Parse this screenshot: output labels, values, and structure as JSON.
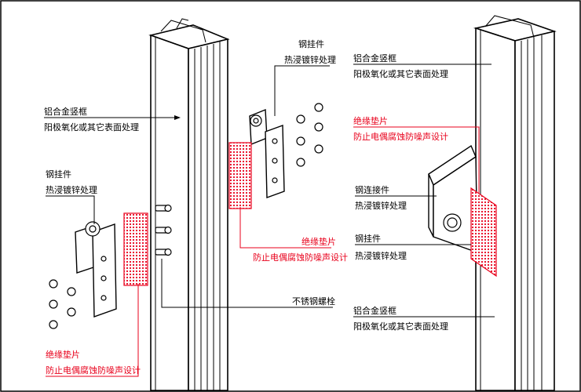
{
  "labels": {
    "steel_hanger": "钢挂件",
    "hot_dip": "热浸镀锌处理",
    "al_frame": "铝合金竖框",
    "anodize": "阳极氧化或其它表面处理",
    "insulation_pad": "绝缘垫片",
    "anti_corrosion": "防止电偶腐蚀防噪声设计",
    "stainless_bolt": "不锈钢螺栓",
    "steel_connector": "钢连接件"
  },
  "colors": {
    "line": "#000000",
    "accent_red": "#e8001b"
  }
}
